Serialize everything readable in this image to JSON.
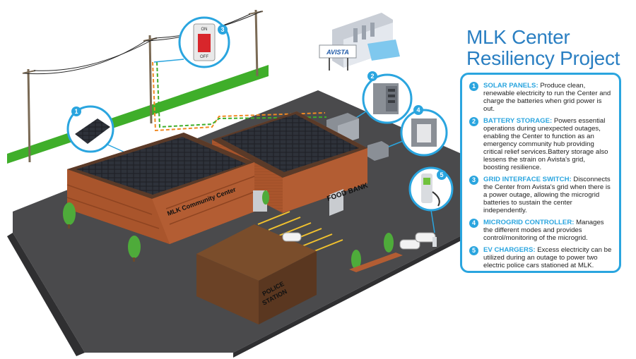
{
  "title": {
    "line1": "MLK Center",
    "line2": "Resiliency Project"
  },
  "labels": {
    "building": "MLK Community Center",
    "food_bank": "FOOD BANK",
    "police_line1": "POLICE",
    "police_line2": "STATION",
    "utility_logo": "AVISTA",
    "switch_on": "ON",
    "switch_off": "OFF"
  },
  "callouts": [
    "1",
    "2",
    "3",
    "4",
    "5"
  ],
  "legend": [
    {
      "num": "1",
      "heading": "SOLAR PANELS:",
      "text": "Produce clean, renewable electricity to run the Center and charge the batteries when grid power is out."
    },
    {
      "num": "2",
      "heading": "BATTERY STORAGE:",
      "text": "Powers essential operations during unexpected outages, enabling the Center to function as an emergency community hub providing critical relief services.Battery storage also lessens the strain on Avista's grid, boosting resilience."
    },
    {
      "num": "3",
      "heading": "GRID INTERFACE SWITCH:",
      "text": "Disconnects the Center from Avista's grid when there is a power outage, allowing the microgrid batteries to sustain the center independently."
    },
    {
      "num": "4",
      "heading": "MICROGRID CONTROLLER:",
      "text": "Manages the different modes and provides control/monitoring of the microgrid."
    },
    {
      "num": "5",
      "heading": "EV CHARGERS:",
      "text": "Excess electricity can be utilized during an outage to power two electric police cars stationed at MLK."
    }
  ],
  "colors": {
    "accent": "#2aa5df",
    "title": "#2a7fc2",
    "grass": "#3fae2a",
    "brick": "#a9552c",
    "asphalt": "#4a4a4c"
  }
}
